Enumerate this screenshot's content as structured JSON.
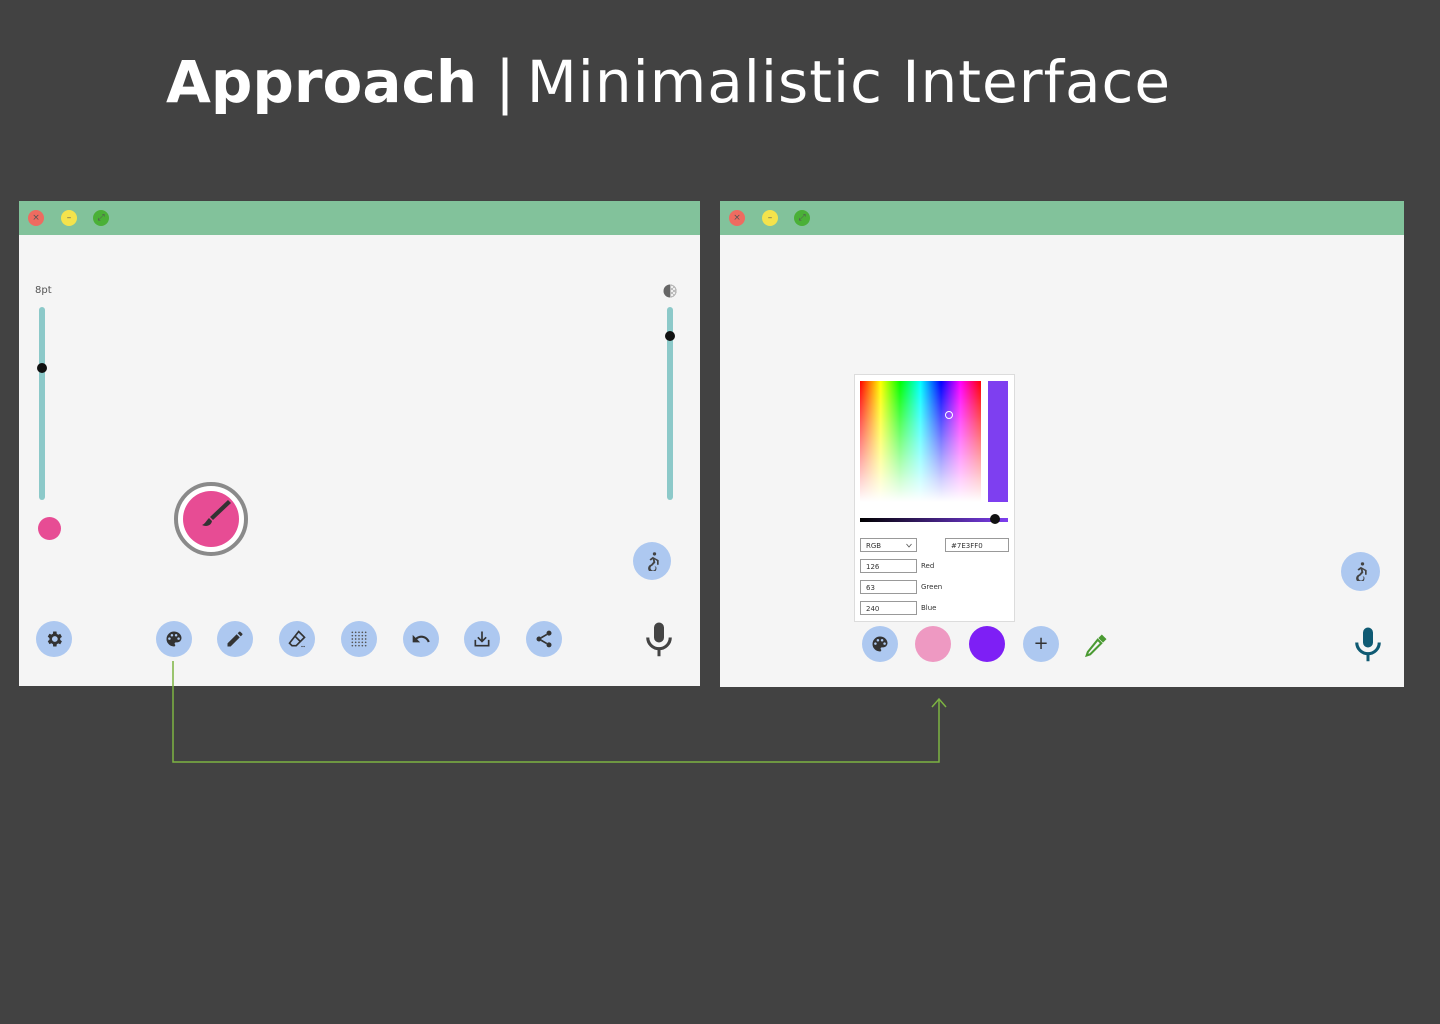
{
  "slide": {
    "title_bold": "Approach",
    "title_separator": "|",
    "title_rest": "Minimalistic Interface"
  },
  "colors": {
    "background": "#424242",
    "titlebar": "#82c29b",
    "canvas": "#f5f5f5",
    "button": "#adc8f0",
    "slider": "#8cc9c9",
    "brush_pink": "#e74c94",
    "swatch_light_pink": "#ee99c2",
    "swatch_purple": "#7e1ff5",
    "connector_line": "#7cb342",
    "mic_teal": "#0f5a73"
  },
  "window_controls": {
    "close_glyph": "×",
    "minimize_glyph": "–",
    "maximize_glyph": "⤢"
  },
  "drawing_window": {
    "size_slider": {
      "label": "8pt",
      "value_fraction": 0.7
    },
    "opacity_slider": {
      "icon": "opacity-icon",
      "value_fraction": 0.85
    },
    "current_color": "#e74c94",
    "toolbar": [
      {
        "name": "settings",
        "icon": "gear-icon"
      },
      {
        "name": "palette",
        "icon": "palette-icon"
      },
      {
        "name": "pencil",
        "icon": "pencil-icon"
      },
      {
        "name": "eraser",
        "icon": "eraser-icon"
      },
      {
        "name": "grid",
        "icon": "dot-grid-icon"
      },
      {
        "name": "undo",
        "icon": "undo-icon"
      },
      {
        "name": "save",
        "icon": "download-icon"
      },
      {
        "name": "share",
        "icon": "share-icon"
      }
    ],
    "accessibility_icon": "accessibility-icon",
    "mic_icon": "microphone-icon"
  },
  "color_window": {
    "picker": {
      "mode": "RGB",
      "hex": "#7E3FF0",
      "red_value": "126",
      "red_label": "Red",
      "green_value": "63",
      "green_label": "Green",
      "blue_value": "240",
      "blue_label": "Blue",
      "value_slider_fraction": 0.92
    },
    "swatches": [
      "#ee99c2",
      "#7e1ff5"
    ],
    "add_label": "+",
    "eyedropper_icon": "eyedropper-icon",
    "accessibility_icon": "accessibility-icon",
    "mic_icon": "microphone-icon"
  }
}
